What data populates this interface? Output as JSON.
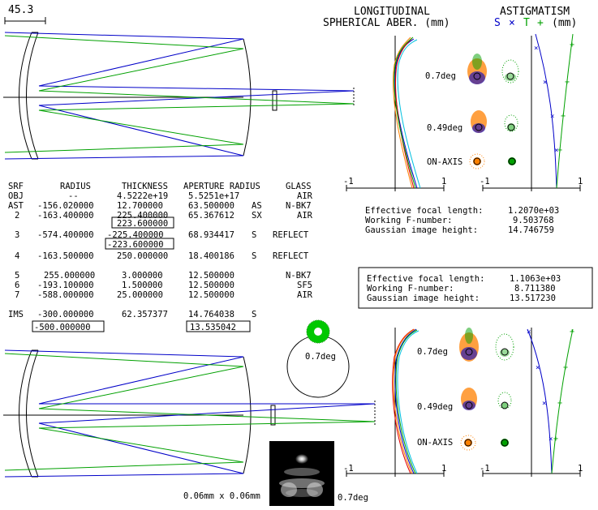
{
  "scale_bar": {
    "label": "45.3"
  },
  "headers": {
    "longitudinal_line1": "LONGITUDINAL",
    "longitudinal_line2": "SPHERICAL ABER. (mm)",
    "astig_title": "ASTIGMATISM",
    "astig_s": "S",
    "astig_x": "×",
    "astig_t": "T",
    "astig_plus": "+",
    "astig_unit": "(mm)"
  },
  "table": {
    "headers": [
      "SRF",
      "RADIUS",
      "THICKNESS",
      "APERTURE RADIUS",
      "GLASS"
    ],
    "rows": [
      {
        "srf": "OBJ",
        "radius": "--",
        "thickness": "4.5222e+19",
        "aperture": "5.5251e+17",
        "code": "",
        "glass": "AIR"
      },
      {
        "srf": "AST",
        "radius": "-156.020000",
        "thickness": "12.700000",
        "aperture": "63.500000",
        "code": "AS",
        "glass": "N-BK7"
      },
      {
        "srf": "2",
        "radius": "-163.400000",
        "thickness": "225.400000",
        "aperture": "65.367612",
        "code": "SX",
        "glass": "AIR"
      },
      {
        "srf": "",
        "radius": "",
        "thickness": "223.600000",
        "aperture": "",
        "code": "",
        "glass": ""
      },
      {
        "srf": "3",
        "radius": "-574.400000",
        "thickness": "-225.400000",
        "aperture": "68.934417",
        "code": "S",
        "glass": "REFLECT"
      },
      {
        "srf": "",
        "radius": "",
        "thickness": "-223.600000",
        "aperture": "",
        "code": "",
        "glass": ""
      },
      {
        "srf": "4",
        "radius": "-163.500000",
        "thickness": "250.000000",
        "aperture": "18.400186",
        "code": "S",
        "glass": "REFLECT"
      },
      {
        "srf": "5",
        "radius": "255.000000",
        "thickness": "3.000000",
        "aperture": "12.500000",
        "code": "",
        "glass": "N-BK7"
      },
      {
        "srf": "6",
        "radius": "-193.100000",
        "thickness": "1.500000",
        "aperture": "12.500000",
        "code": "",
        "glass": "SF5"
      },
      {
        "srf": "7",
        "radius": "-588.000000",
        "thickness": "25.000000",
        "aperture": "12.500000",
        "code": "",
        "glass": "AIR"
      },
      {
        "srf": "IMS",
        "radius": "-300.000000",
        "thickness": "62.357377",
        "aperture": "14.764038",
        "code": "S",
        "glass": ""
      },
      {
        "srf": "",
        "radius": "-500.000000",
        "thickness": "",
        "aperture": "13.535042",
        "code": "",
        "glass": ""
      }
    ]
  },
  "summary_top": {
    "efl_label": "Effective focal length:",
    "efl": "1.2070e+03",
    "fnum_label": "Working F-number:",
    "fnum": "9.503768",
    "img_label": "Gaussian image height:",
    "img": "14.746759"
  },
  "summary_bottom": {
    "efl_label": "Effective focal length:",
    "efl": "1.1063e+03",
    "fnum_label": "Working F-number:",
    "fnum": "8.711380",
    "img_label": "Gaussian image height:",
    "img": "13.517230"
  },
  "plots": {
    "axis_min": "-1",
    "axis_max": "1",
    "field_labels": [
      "0.7deg",
      "0.49deg",
      "ON-AXIS"
    ]
  },
  "spot_circle_label": "0.7deg",
  "psf": {
    "size_label": "0.06mm x 0.06mm",
    "field_label": "0.7deg"
  },
  "colors": {
    "blue": "#0000c8",
    "green": "#00a000",
    "orange": "#ff8000",
    "red": "#e00000",
    "cyan": "#00c0e0"
  }
}
